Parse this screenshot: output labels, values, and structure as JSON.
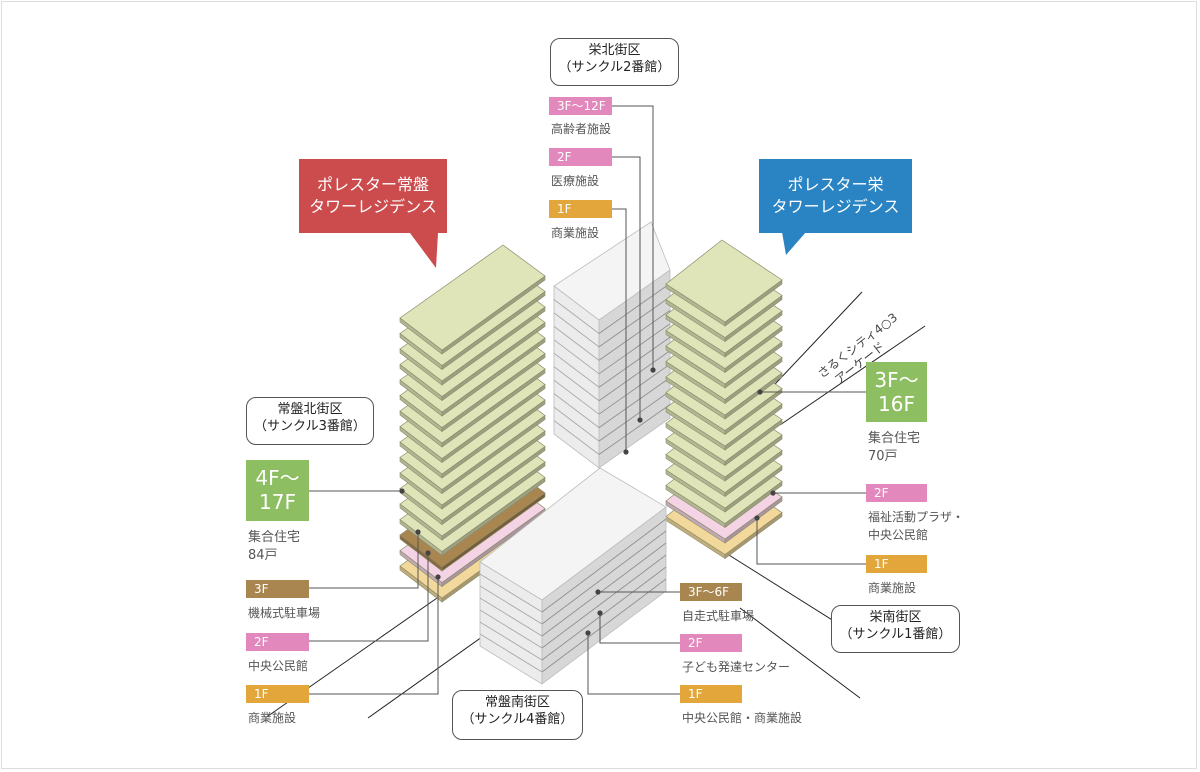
{
  "colors": {
    "pink": "#e388bd",
    "orange": "#e3a63a",
    "brown": "#a98550",
    "green": "#8dbe62",
    "red": "#cc4c4e",
    "blue": "#2a84c4",
    "slab": "#dfe5b8"
  },
  "callouts": {
    "left": {
      "line1": "ポレスター常盤",
      "line2": "タワーレジデンス"
    },
    "right": {
      "line1": "ポレスター栄",
      "line2": "タワーレジデンス"
    }
  },
  "districts": {
    "sakae_north": {
      "name": "栄北街区",
      "sub": "（サンクル2番館）"
    },
    "tokiwa_north": {
      "name": "常盤北街区",
      "sub": "（サンクル3番館）"
    },
    "sakae_south": {
      "name": "栄南街区",
      "sub": "（サンクル1番館）"
    },
    "tokiwa_south": {
      "name": "常盤南街区",
      "sub": "（サンクル4番館）"
    }
  },
  "sakae_north_floors": [
    {
      "floor": "3F〜12F",
      "desc": "高齢者施設"
    },
    {
      "floor": "2F",
      "desc": "医療施設"
    },
    {
      "floor": "1F",
      "desc": "商業施設"
    }
  ],
  "tokiwa_north_floors": {
    "housing": {
      "floor_line1": "4F〜",
      "floor_line2": "17F",
      "desc1": "集合住宅",
      "desc2": "84戸"
    },
    "f3": {
      "floor": "3F",
      "desc": "機械式駐車場"
    },
    "f2": {
      "floor": "2F",
      "desc": "中央公民館"
    },
    "f1": {
      "floor": "1F",
      "desc": "商業施設"
    }
  },
  "sakae_south_floors": {
    "housing": {
      "floor_line1": "3F〜",
      "floor_line2": "16F",
      "desc1": "集合住宅",
      "desc2": "70戸"
    },
    "f2": {
      "floor": "2F",
      "desc1": "福祉活動プラザ・",
      "desc2": "中央公民館"
    },
    "f1": {
      "floor": "1F",
      "desc": "商業施設"
    }
  },
  "tokiwa_south_floors": [
    {
      "floor": "3F〜6F",
      "desc": "自走式駐車場"
    },
    {
      "floor": "2F",
      "desc": "子ども発達センター"
    },
    {
      "floor": "1F",
      "desc": "中央公民館・商業施設"
    }
  ],
  "arcade": {
    "line1": "さるくシティ4○3",
    "line2": "アーケード"
  }
}
